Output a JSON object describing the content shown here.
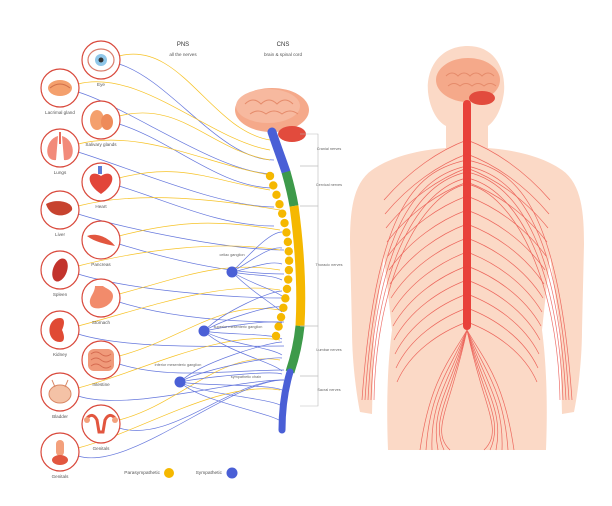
{
  "headers": {
    "pns_title": "PNS",
    "pns_sub": "all the nerves",
    "cns_title": "CNS",
    "cns_sub": "brain & spinal cord"
  },
  "organs": [
    {
      "id": "eye",
      "label": "Eye"
    },
    {
      "id": "lacrimal",
      "label": "Lacrimal gland"
    },
    {
      "id": "salivary",
      "label": "Salivary glands"
    },
    {
      "id": "lungs",
      "label": "Lungs"
    },
    {
      "id": "heart",
      "label": "Heart"
    },
    {
      "id": "liver",
      "label": "Liver"
    },
    {
      "id": "pancreas",
      "label": "Pancreas"
    },
    {
      "id": "spleen",
      "label": "Spleen"
    },
    {
      "id": "stomach",
      "label": "Stomach"
    },
    {
      "id": "kidney",
      "label": "Kidney"
    },
    {
      "id": "intestine",
      "label": "Intestine"
    },
    {
      "id": "bladder",
      "label": "Bladder"
    },
    {
      "id": "genitals_f",
      "label": "Genitals"
    },
    {
      "id": "genitals_m",
      "label": "Genitals"
    }
  ],
  "regions": [
    {
      "id": "cranial",
      "label": "Cranial nerves"
    },
    {
      "id": "cervical",
      "label": "Cervical nerves"
    },
    {
      "id": "thoracic",
      "label": "Thoracic nerves"
    },
    {
      "id": "lumbar",
      "label": "Lumbar nerves"
    },
    {
      "id": "sacral",
      "label": "Sacral nerves"
    }
  ],
  "ganglia": {
    "celiac": "celiac ganglion",
    "superior_mesenteric": "superior mesenteric ganglion",
    "inferior_mesenteric": "inferior mesenteric ganglion",
    "sympathetic_chain": "sympathetic chain"
  },
  "legend": {
    "parasympathetic": "Parasympathetic",
    "sympathetic": "Sympathetic"
  },
  "colors": {
    "parasympathetic": "#f5b800",
    "sympathetic": "#4a5fd6",
    "cervical_segment": "#3d9a4a",
    "brain": "#f0a07e",
    "body_skin": "#fbd9c6",
    "nerve_red": "#e8413a",
    "organ_circle": "#d9493c"
  }
}
